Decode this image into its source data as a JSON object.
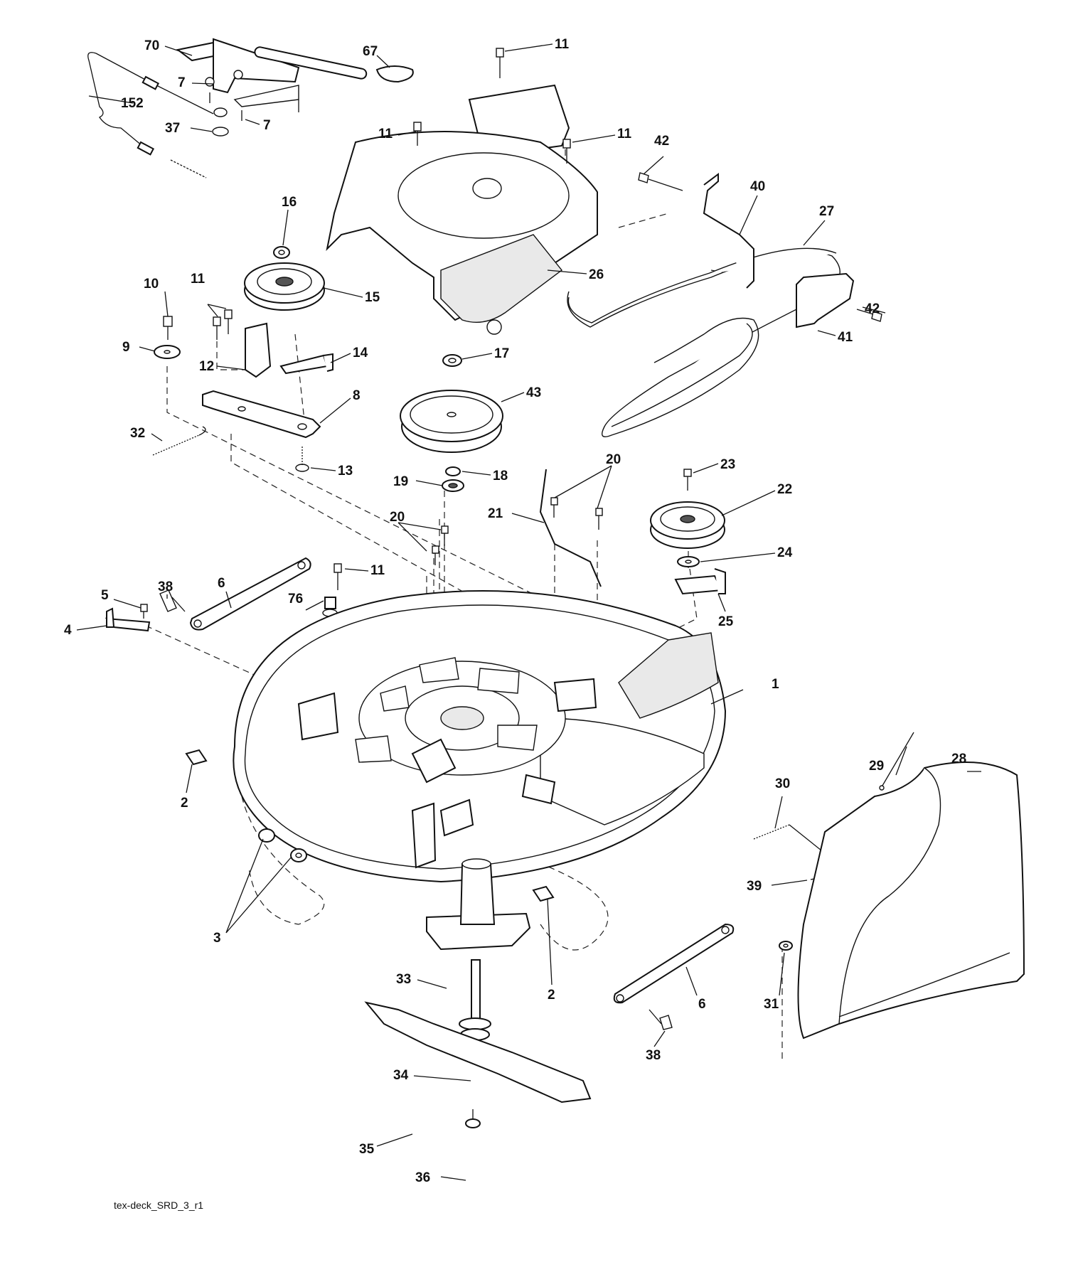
{
  "drawing_id": "tex-deck_SRD_3_r1",
  "callouts": [
    "70",
    "67",
    "11",
    "7",
    "152",
    "37",
    "11",
    "11",
    "42",
    "40",
    "27",
    "16",
    "10",
    "11",
    "15",
    "26",
    "42",
    "41",
    "9",
    "12",
    "14",
    "17",
    "8",
    "43",
    "32",
    "13",
    "18",
    "19",
    "20",
    "21",
    "23",
    "22",
    "20",
    "11",
    "38",
    "6",
    "5",
    "76",
    "24",
    "4",
    "25",
    "1",
    "2",
    "29",
    "28",
    "30",
    "39",
    "3",
    "33",
    "2",
    "6",
    "31",
    "38",
    "34",
    "35",
    "36"
  ]
}
